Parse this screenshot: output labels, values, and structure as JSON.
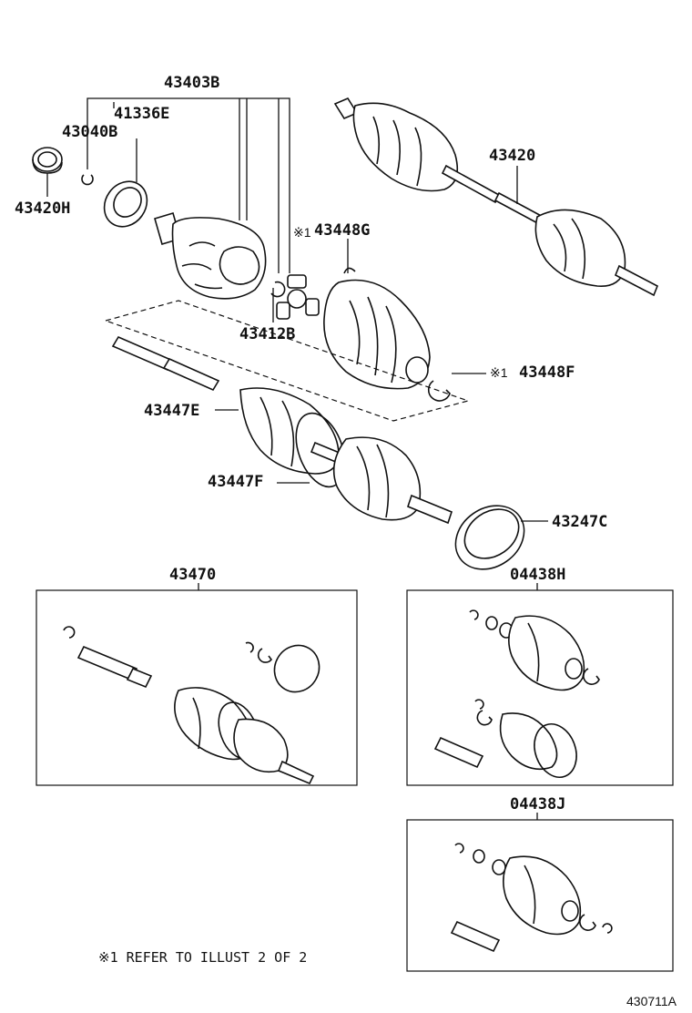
{
  "labels": {
    "p43403B": "43403B",
    "p41336E": "41336E",
    "p43040B": "43040B",
    "p43420H": "43420H",
    "p43420": "43420",
    "p43448G": "43448G",
    "p43412B": "43412B",
    "p43448F": "43448F",
    "p43447E": "43447E",
    "p43447F": "43447F",
    "p43247C": "43247C",
    "p43470": "43470",
    "p04438H": "04438H",
    "p04438J": "04438J"
  },
  "refmarks": {
    "m1": "※1",
    "m2": "※1"
  },
  "footer": {
    "note": "※1 REFER TO ILLUST 2 OF 2",
    "code": "430711A"
  }
}
